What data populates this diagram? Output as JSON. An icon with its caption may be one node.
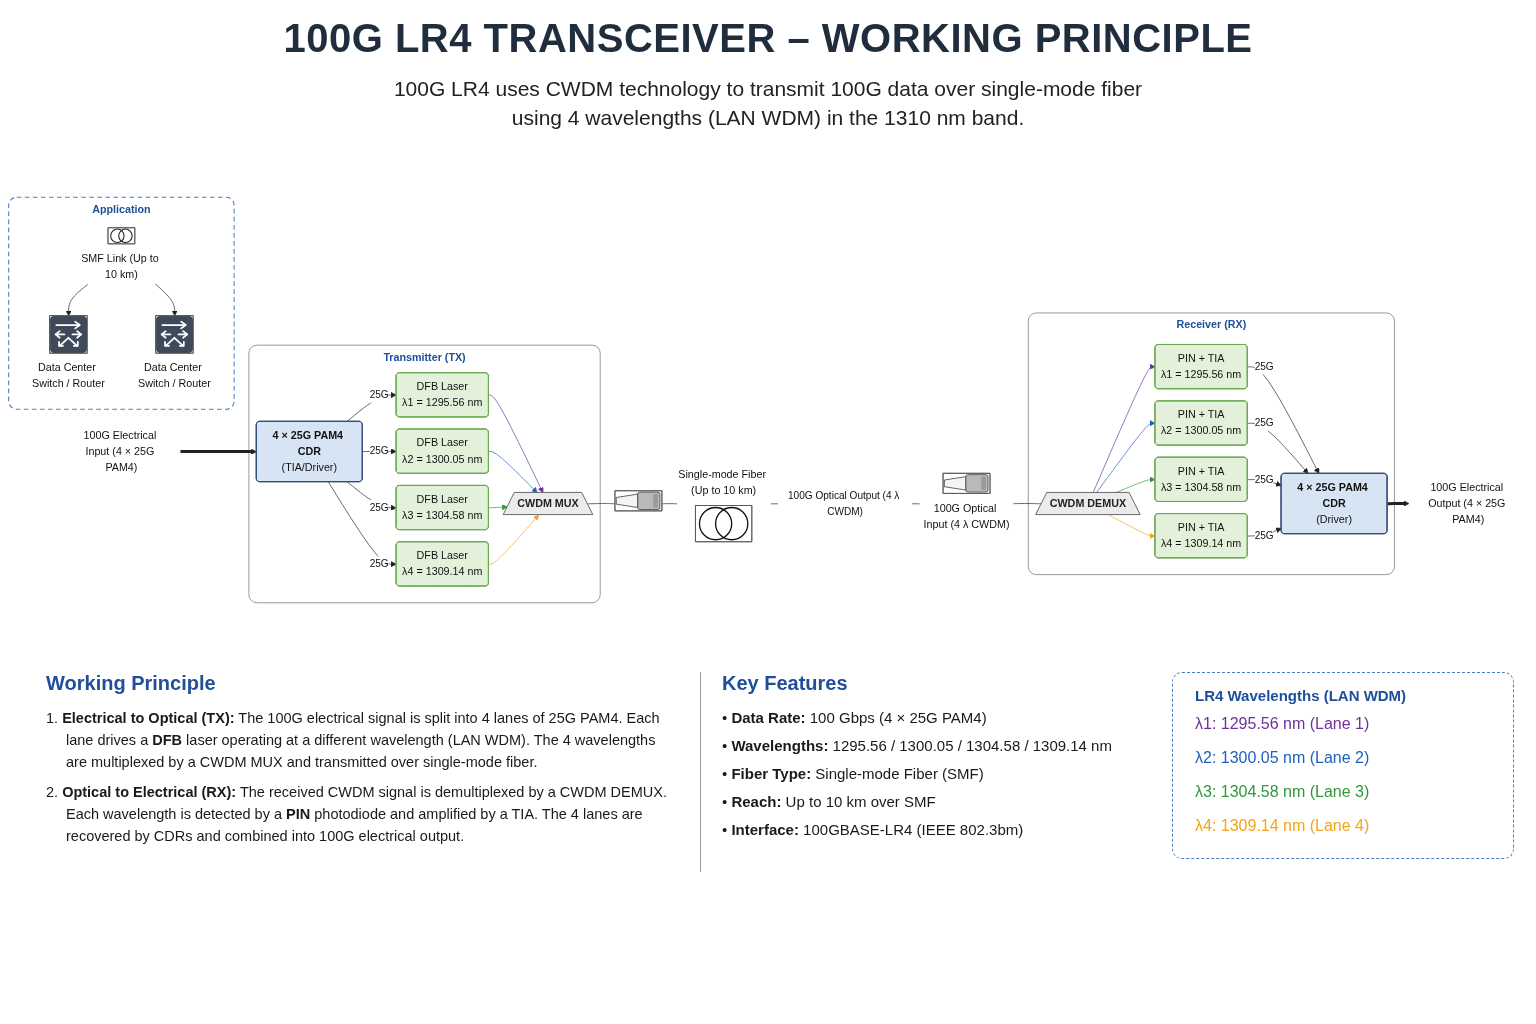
{
  "diagram": {
    "title": "100G LR4 TRANSCEIVER – WORKING PRINCIPLE",
    "caption": "100G LR4 uses CWDM technology to transmit 100G data over single-mode fiber using 4 wavelengths (LAN WDM) in the 1310 nm band.",
    "nodes": [
      {
        "text": [
          "100G Electrical Input (4 × 25G PAM4)"
        ]
      },
      {
        "text": [
          "Transmitter (TX)"
        ]
      },
      {
        "text": [
          "4 × 25G PAM4 CDR",
          "(TIA/Driver)"
        ],
        "in": 1
      },
      {
        "text": [
          "DFB Laser",
          "λ1 = 1295.56 nm"
        ],
        "in": 1
      },
      {
        "text": [
          "DFB Laser",
          "λ2 = 1300.05 nm"
        ],
        "in": 1
      },
      {
        "text": [
          "DFB Laser",
          "λ3 = 1304.58 nm"
        ],
        "in": 1
      },
      {
        "text": [
          "DFB Laser",
          "λ4 = 1309.14 nm"
        ],
        "in": 1
      },
      {
        "text": [
          "CWDM MUX"
        ],
        "in": 1
      },
      {
        "text": [],
        "shape": "picture"
      },
      {
        "text": [
          "Single-mode Fiber (Up to 10 km)"
        ]
      },
      {
        "text": [
          "100G Electrical Output (4 × 25G PAM4)"
        ]
      },
      {
        "text": [
          "Receiver (RX)"
        ]
      },
      {
        "text": [
          "4 × 25G PAM4 CDR",
          "(Driver)"
        ],
        "in": 11
      },
      {
        "text": [
          "PIN + TIA",
          "λ1 = 1295.56 nm"
        ],
        "in": 11
      },
      {
        "text": [
          "PIN + TIA",
          "λ2 = 1300.05 nm"
        ],
        "in": 11
      },
      {
        "text": [
          "PIN + TIA",
          "λ3 = 1304.58 nm"
        ],
        "in": 11
      },
      {
        "text": [
          "PIN + TIA",
          "λ4 = 1309.14 nm"
        ],
        "in": 11
      },
      {
        "text": [
          "CWDM DEMUX"
        ],
        "in": 11
      },
      {
        "text": [
          "100G Optical Input (4 λ CWDM)"
        ]
      },
      {
        "text": [
          "Application"
        ]
      },
      {
        "text": [
          "Data Center Switch / Router"
        ],
        "in": 19
      },
      {
        "text": [
          "SMF Link (Up to 10 km)"
        ],
        "in": 19
      },
      {
        "text": [
          "Data Center Switch / Router"
        ],
        "in": 19
      }
    ],
    "edges": [
      {
        "from": 0,
        "to": 2,
        "arrow": "to",
        "style": "thick"
      },
      {
        "from": 2,
        "to": 3,
        "arrow": "to",
        "label": "25G"
      },
      {
        "from": 2,
        "to": 4,
        "arrow": "to",
        "label": "25G"
      },
      {
        "from": 2,
        "to": 5,
        "arrow": "to",
        "label": "25G"
      },
      {
        "from": 2,
        "to": 6,
        "arrow": "to",
        "label": "25G"
      },
      {
        "from": 3,
        "to": 7,
        "arrow": "to",
        "color": "#7030a0"
      },
      {
        "from": 4,
        "to": 7,
        "arrow": "to",
        "color": "#1f5fbf"
      },
      {
        "from": 5,
        "to": 7,
        "arrow": "to",
        "color": "#2e9a3a"
      },
      {
        "from": 6,
        "to": 7,
        "arrow": "to",
        "color": "#f5a31a"
      },
      {
        "from": 7,
        "to": 8,
        "arrow": "none"
      },
      {
        "from": 8,
        "to": 9,
        "arrow": "none"
      },
      {
        "from": 9,
        "to": 18,
        "arrow": "none",
        "label": "100G Optical Output (4 λ CWDM)"
      },
      {
        "from": 18,
        "to": 17,
        "arrow": "none"
      },
      {
        "from": 17,
        "to": 13,
        "arrow": "to",
        "color": "#7030a0"
      },
      {
        "from": 17,
        "to": 14,
        "arrow": "to",
        "color": "#1f5fbf"
      },
      {
        "from": 17,
        "to": 15,
        "arrow": "to",
        "color": "#2e9a3a"
      },
      {
        "from": 17,
        "to": 16,
        "arrow": "to",
        "color": "#f5a31a"
      },
      {
        "from": 13,
        "to": 12,
        "arrow": "to",
        "label": "25G"
      },
      {
        "from": 14,
        "to": 12,
        "arrow": "to",
        "label": "25G"
      },
      {
        "from": 15,
        "to": 12,
        "arrow": "to",
        "label": "25G"
      },
      {
        "from": 16,
        "to": 12,
        "arrow": "to",
        "label": "25G"
      },
      {
        "from": 12,
        "to": 10,
        "arrow": "to",
        "style": "thick"
      },
      {
        "from": 21,
        "to": 20,
        "arrow": "to"
      },
      {
        "from": 21,
        "to": 22,
        "arrow": "to"
      }
    ],
    "labels": [
      "LR4 Wavelengths (LAN WDM)",
      "Working Principle",
      "1. **Electrical to Optical (TX):** The 100G electrical signal is split into 4 lanes of 25G PAM4. Each lane drives a **DFB** laser operating at a different wavelength (LAN WDM). The 4 wavelengths are multiplexed by a CWDM MUX and transmitted over single-mode fiber.",
      "2. **Optical to Electrical (RX):** The received CWDM signal is demultiplexed by a CWDM DEMUX. Each wavelength is detected by a **PIN** photodiode and amplified by a TIA. The 4 lanes are recovered by CDRs and combined into 100G electrical output.",
      "Key Features",
      "• **Data Rate:** 100 Gbps (4 × 25G PAM4)",
      "• **Wavelengths:** 1295.56 / 1300.05 / 1304.58 / 1309.14 nm",
      "• **Fiber Type:** Single-mode Fiber (SMF)",
      "• **Reach:** Up to 10 km over SMF",
      "• **Interface:** 100GBASE-LR4 (IEEE 802.3bm)"
    ],
    "legend": [
      {
        "text": "λ1: 1295.56 nm (Lane 1)",
        "color": "#7030a0"
      },
      {
        "text": "λ2: 1300.05 nm (Lane 2)",
        "color": "#1f5fbf"
      },
      {
        "text": "λ3: 1304.58 nm (Lane 3)",
        "color": "#2e9a3a"
      },
      {
        "text": "λ4: 1309.14 nm (Lane 4)",
        "color": "#f5a31a"
      }
    ]
  }
}
